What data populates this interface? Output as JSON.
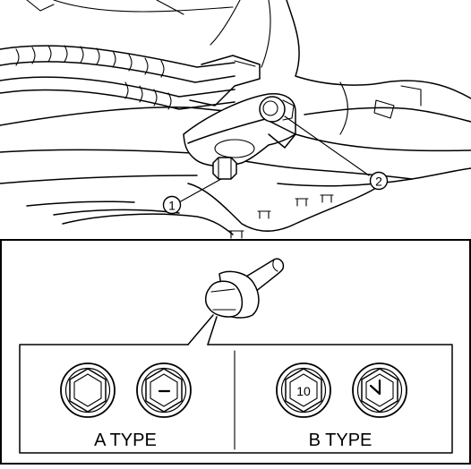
{
  "callouts": [
    {
      "number": "1"
    },
    {
      "number": "2"
    }
  ],
  "detail": {
    "a_type_label": "A TYPE",
    "b_type_label": "B TYPE",
    "b_type_head_marking": "10"
  },
  "colors": {
    "line": "#000000",
    "background": "#ffffff"
  }
}
